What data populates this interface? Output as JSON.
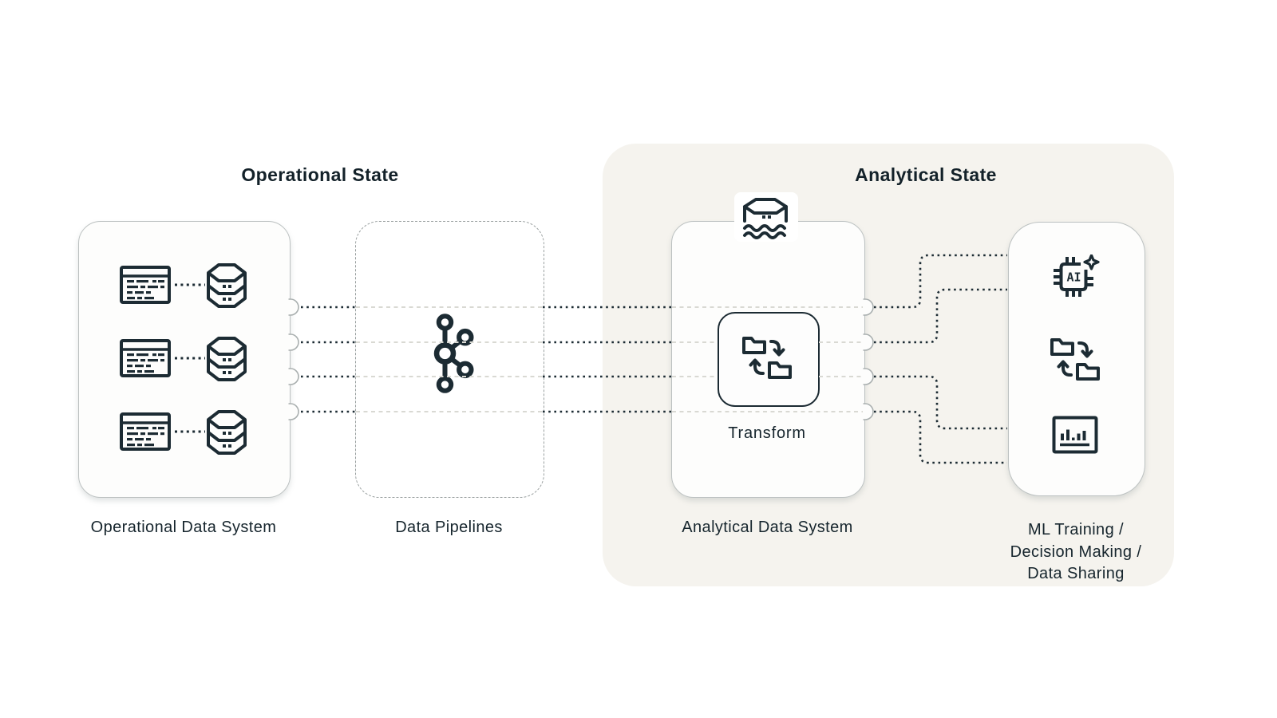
{
  "colors": {
    "ink": "#1c2b33",
    "text": "#16252d",
    "panel_bg": "#f5f3ee",
    "box_border": "#bcc1c1",
    "dashed_border": "#9aa0a0",
    "light_dash": "#d9d9d3"
  },
  "titles": {
    "operational": "Operational State",
    "analytical": "Analytical State"
  },
  "boxes": {
    "operational": {
      "label": "Operational Data System"
    },
    "pipelines": {
      "label": "Data Pipelines"
    },
    "analytical": {
      "label": "Analytical Data System",
      "transform_label": "Transform"
    },
    "ml": {
      "label_lines": [
        "ML Training /",
        "Decision Making /",
        "Data Sharing"
      ],
      "ai_chip_text": "AI"
    }
  },
  "icons": [
    "table-icon",
    "database-icon",
    "kafka-icon",
    "data-lake-icon",
    "folder-sync-icon",
    "ai-chip-icon",
    "bar-chart-icon"
  ]
}
